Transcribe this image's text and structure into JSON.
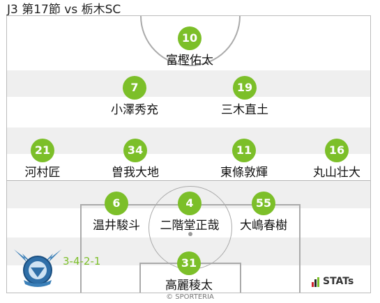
{
  "title": "J3 第17節 vs 栃木SC",
  "formation": "3-4-2-1",
  "copyright": "© SPORTERIA",
  "stats_logo": "STATs",
  "colors": {
    "badge": "#7cbf29",
    "stripe": "#efefef",
    "line": "#aaaaaa"
  },
  "players": [
    {
      "number": "10",
      "name": "富樫佑太"
    },
    {
      "number": "7",
      "name": "小澤秀充"
    },
    {
      "number": "19",
      "name": "三木直土"
    },
    {
      "number": "21",
      "name": "河村匠"
    },
    {
      "number": "34",
      "name": "曽我大地"
    },
    {
      "number": "11",
      "name": "東條敦輝"
    },
    {
      "number": "16",
      "name": "丸山壮大"
    },
    {
      "number": "6",
      "name": "温井駿斗"
    },
    {
      "number": "4",
      "name": "二階堂正哉"
    },
    {
      "number": "55",
      "name": "大嶋春樹"
    },
    {
      "number": "31",
      "name": "高麗稜太"
    }
  ]
}
